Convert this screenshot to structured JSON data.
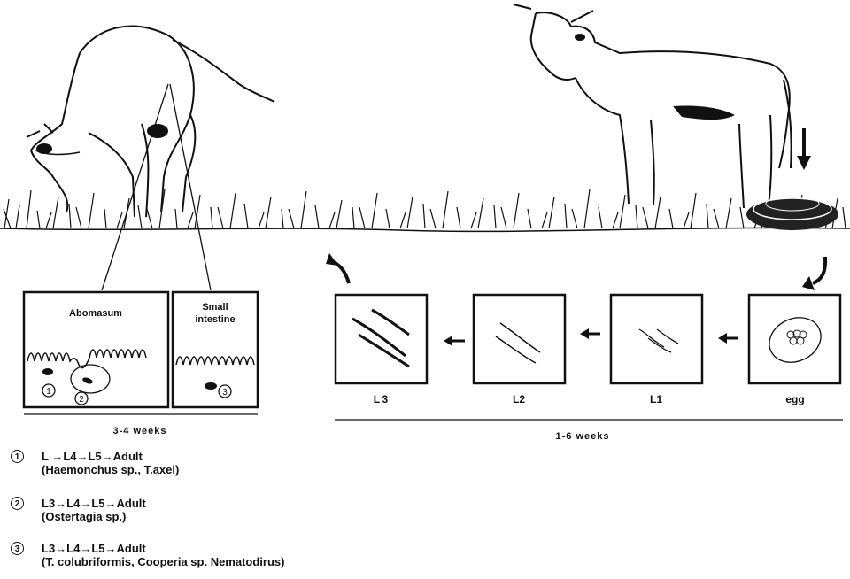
{
  "boxes": {
    "abomasum": "Abomasum",
    "small_intestine_1": "Small",
    "small_intestine_2": "intestine",
    "marker_1": "1",
    "marker_2": "2",
    "marker_3": "3"
  },
  "stages": [
    {
      "id": "l3",
      "label": "L 3"
    },
    {
      "id": "l2",
      "label": "L2"
    },
    {
      "id": "l1",
      "label": "L1"
    },
    {
      "id": "egg",
      "label": "egg"
    }
  ],
  "durations": {
    "host": "3-4 weeks",
    "free_living": "1-6 weeks"
  },
  "legend": [
    {
      "num": "1",
      "line1": "L  →L4→L5→Adult",
      "line2": "(Haemonchus sp., T.axei)"
    },
    {
      "num": "2",
      "line1": "L3→L4→L5→Adult",
      "line2": "(Ostertagia sp.)"
    },
    {
      "num": "3",
      "line1": "L3→L4→L5→Adult",
      "line2": "(T. colubriformis, Cooperia sp. Nematodirus)"
    }
  ]
}
